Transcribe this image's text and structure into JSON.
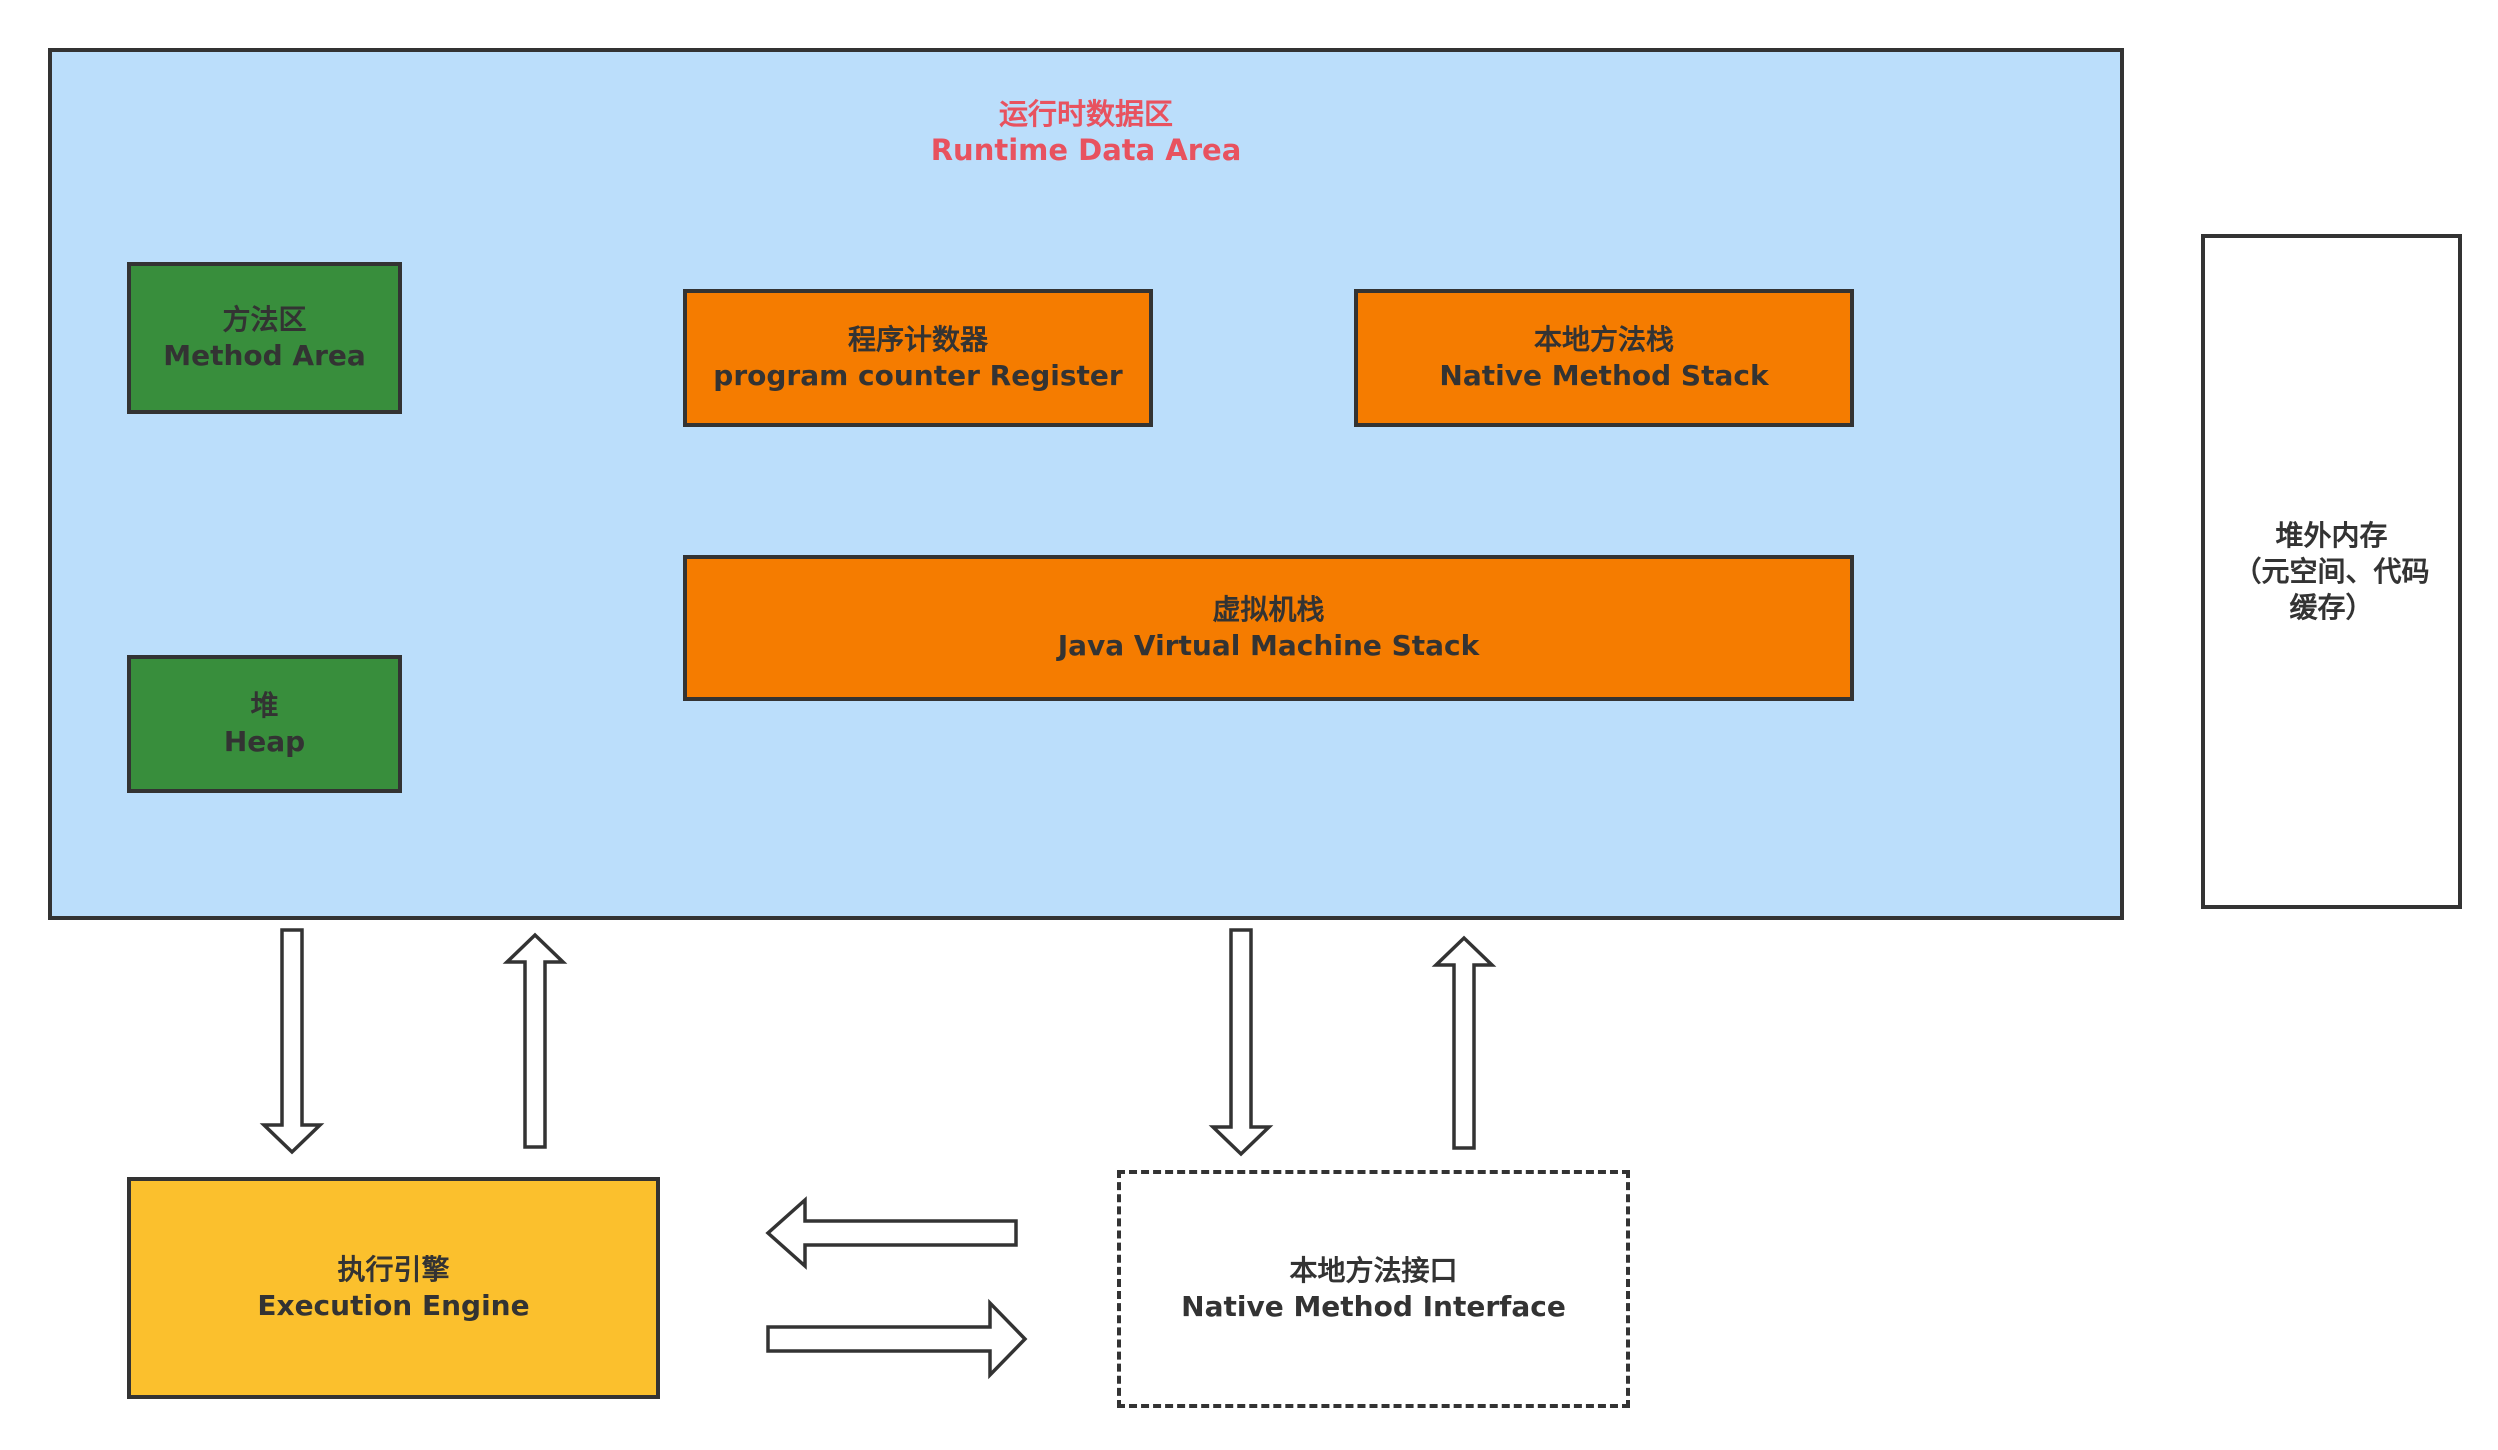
{
  "runtime_area": {
    "title_cn": "运行时数据区",
    "title_en": "Runtime Data Area"
  },
  "method_area": {
    "cn": "方法区",
    "en": "Method Area"
  },
  "heap": {
    "cn": "堆",
    "en": "Heap"
  },
  "pc_register": {
    "cn": "程序计数器",
    "en": "program counter Register"
  },
  "native_stack": {
    "cn": "本地方法栈",
    "en": "Native Method Stack"
  },
  "jvm_stack": {
    "cn": "虚拟机栈",
    "en": "Java Virtual Machine Stack"
  },
  "offheap": {
    "line1": "堆外内存",
    "line2": "（元空间、代码",
    "line3": "缓存）"
  },
  "exec_engine": {
    "cn": "执行引擎",
    "en": "Execution Engine"
  },
  "native_interface": {
    "cn": "本地方法接口",
    "en": "Native Method Interface"
  },
  "colors": {
    "runtime_bg": "#bbdefb",
    "title_red": "#e8525f",
    "green": "#388e3c",
    "orange": "#f57c00",
    "yellow": "#fbc02d",
    "border": "#333333"
  }
}
